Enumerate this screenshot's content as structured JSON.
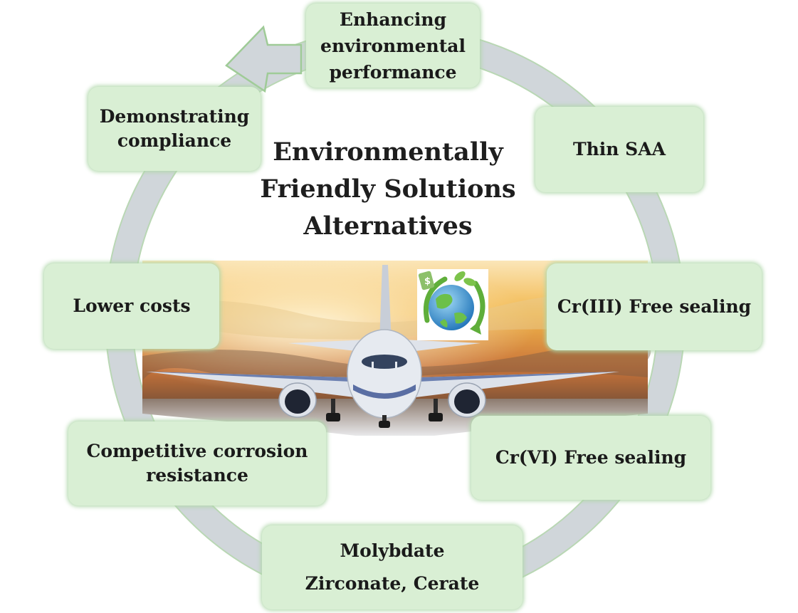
{
  "title_lines": [
    "Environmentally",
    "Friendly Solutions",
    "Alternatives"
  ],
  "nodes": {
    "enhancing": [
      "Enhancing",
      "environmental",
      "performance"
    ],
    "thin_saa": [
      "Thin SAA"
    ],
    "cr3": [
      "Cr(III) Free sealing"
    ],
    "cr6": [
      "Cr(VI) Free sealing"
    ],
    "molybdate": [
      "Molybdate",
      "Zirconate, Cerate"
    ],
    "corrosion": [
      "Competitive corrosion",
      "resistance"
    ],
    "lower_costs": [
      "Lower costs"
    ],
    "compliance": [
      "Demonstrating",
      "compliance"
    ]
  },
  "colors": {
    "node_fill": "#d9efd4",
    "ring": "#d0d6da",
    "sky": "#f2b64a",
    "aircraft": "#e6eaf0"
  },
  "icons": [
    "airplane-photo",
    "eco-globe-icon"
  ]
}
